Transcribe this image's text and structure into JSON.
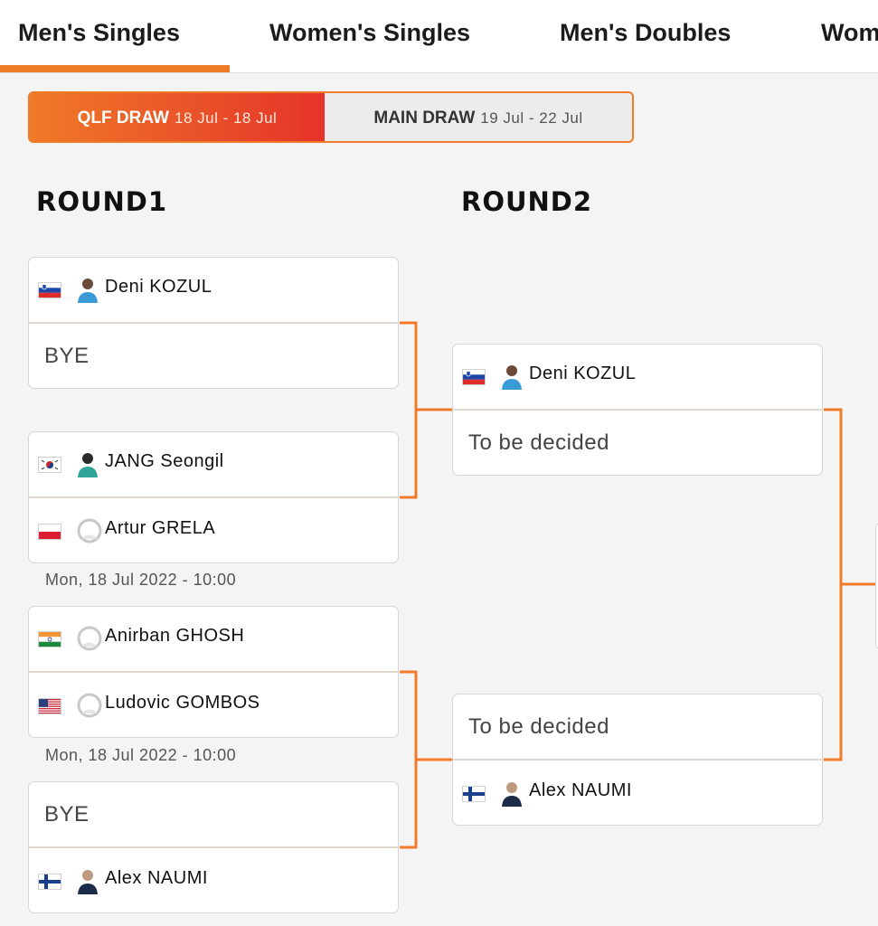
{
  "tabs": [
    {
      "label": "Men's Singles",
      "active": true
    },
    {
      "label": "Women's Singles"
    },
    {
      "label": "Men's Doubles"
    },
    {
      "label": "Wom"
    }
  ],
  "draws": {
    "qlf": {
      "name": "QLF DRAW",
      "dates": "18 Jul - 18 Jul",
      "active": true
    },
    "main": {
      "name": "MAIN DRAW",
      "dates": "19 Jul - 22 Jul"
    }
  },
  "rounds": {
    "round1": {
      "title": "ROUND1",
      "matches": [
        {
          "top": {
            "name": "Deni KOZUL",
            "flag": "slovenia"
          },
          "bottom": {
            "name": "BYE",
            "placeholder": true
          },
          "date": ""
        },
        {
          "top": {
            "name": "JANG Seongil",
            "flag": "korea"
          },
          "bottom": {
            "name": "Artur GRELA",
            "flag": "poland"
          },
          "date": "Mon, 18 Jul 2022 - 10:00"
        },
        {
          "top": {
            "name": "Anirban GHOSH",
            "flag": "india"
          },
          "bottom": {
            "name": "Ludovic GOMBOS",
            "flag": "usa"
          },
          "date": "Mon, 18 Jul 2022 - 10:00"
        },
        {
          "top": {
            "name": "BYE",
            "placeholder": true
          },
          "bottom": {
            "name": "Alex NAUMI",
            "flag": "finland"
          },
          "date": ""
        }
      ]
    },
    "round2": {
      "title": "ROUND2",
      "matches": [
        {
          "top": {
            "name": "Deni KOZUL",
            "flag": "slovenia"
          },
          "bottom": {
            "name": "To be decided",
            "placeholder": true
          }
        },
        {
          "top": {
            "name": "To be decided",
            "placeholder": true
          },
          "bottom": {
            "name": "Alex NAUMI",
            "flag": "finland"
          }
        }
      ]
    }
  },
  "colors": {
    "accent": "#ef7a28",
    "accent_end": "#e5332a",
    "connector": "#ef7a28"
  }
}
